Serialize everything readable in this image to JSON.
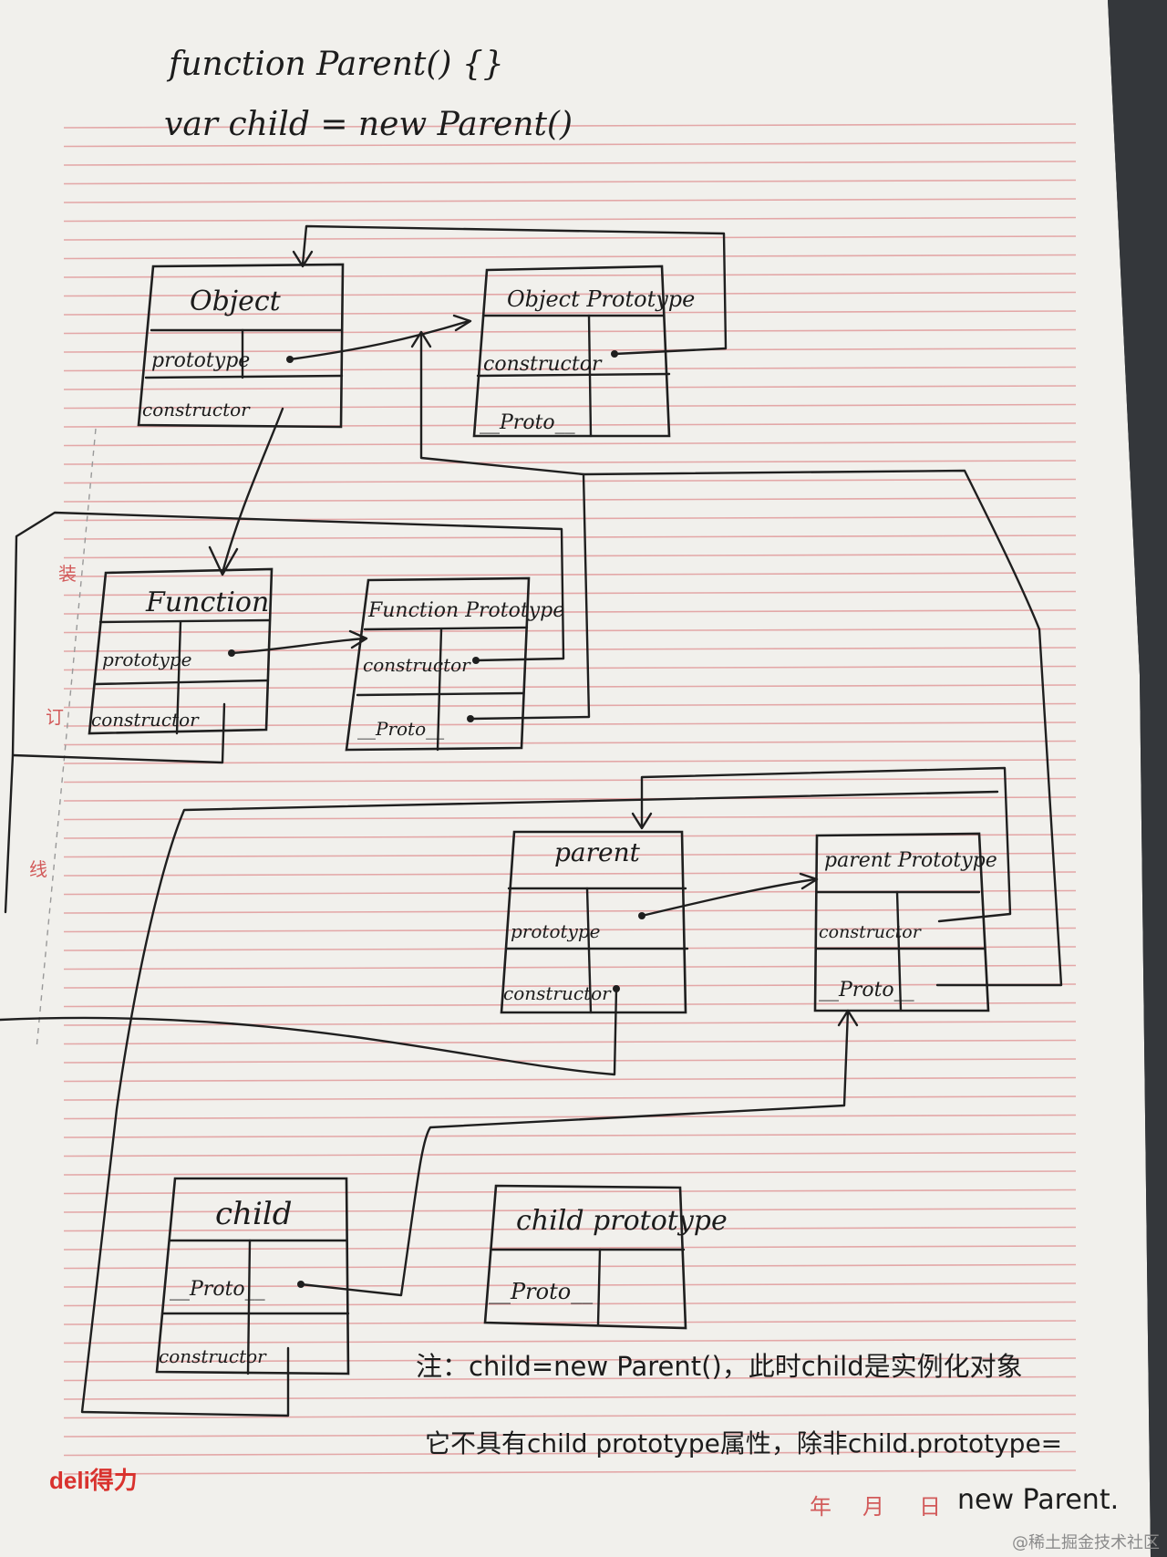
{
  "code": {
    "line1": "function Parent() {}",
    "line2": "var child = new Parent()"
  },
  "boxes": {
    "object": {
      "title": "Object",
      "row1": "prototype",
      "row2": "constructor"
    },
    "object_prototype": {
      "title": "Object Prototype",
      "row1": "constructor",
      "row2": "__Proto__"
    },
    "function": {
      "title": "Function",
      "row1": "prototype",
      "row2": "constructor"
    },
    "function_prototype": {
      "title": "Function Prototype",
      "row1": "constructor",
      "row2": "__Proto__"
    },
    "parent": {
      "title": "parent",
      "row1": "prototype",
      "row2": "constructor"
    },
    "parent_prototype": {
      "title": "parent Prototype",
      "row1": "constructor",
      "row2": "__Proto__"
    },
    "child": {
      "title": "child",
      "row1": "__Proto__",
      "row2": "constructor"
    },
    "child_prototype": {
      "title": "child prototype",
      "row1": "__Proto__"
    }
  },
  "note": {
    "line1": "注：child=new Parent()，此时child是实例化对象",
    "line2": "它不具有child prototype属性，除非child.prototype=",
    "line3": "new Parent."
  },
  "margin_labels": {
    "zhuang": "装",
    "ding": "订",
    "xian": "线"
  },
  "brand": {
    "logo": "deli得力"
  },
  "date_fields": {
    "year": "年",
    "month": "月",
    "day": "日"
  },
  "watermark": "@稀土掘金技术社区",
  "colors": {
    "paper": "#f1f0ec",
    "rule": "#e3a7a7",
    "ink": "#1f1f1f",
    "brand": "#d9322e"
  }
}
